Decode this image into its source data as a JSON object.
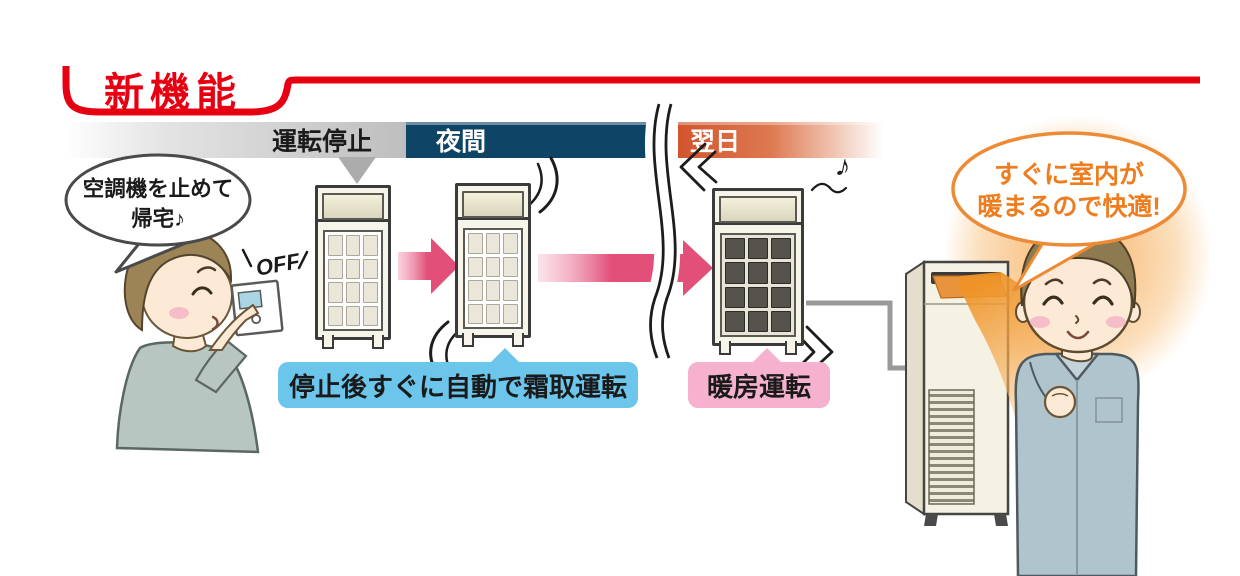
{
  "title": {
    "label": "新機能"
  },
  "timeline": {
    "stop_label": "運転停止",
    "night_label": "夜間",
    "next_day_label": "翌日"
  },
  "left_scene": {
    "speech_line1": "空調機を止めて",
    "speech_line2": "帰宅♪",
    "off_label": "OFF"
  },
  "callouts": {
    "defrost_label": "停止後すぐに自動で霜取運転",
    "heating_label": "暖房運転"
  },
  "right_scene": {
    "speech_line1": "すぐに室内が",
    "speech_line2": "暖まるので快適!"
  },
  "decorations": {
    "music_note": "♪"
  },
  "colors": {
    "accent_red": "#E60012",
    "night_navy": "#0E4466",
    "next_day_orange": "#D2552E",
    "arrow_pink": "#E2507A",
    "defrost_blue": "#6CC5EB",
    "heating_pink": "#F5B1CE",
    "warm_glow_orange": "#F09A2E"
  }
}
